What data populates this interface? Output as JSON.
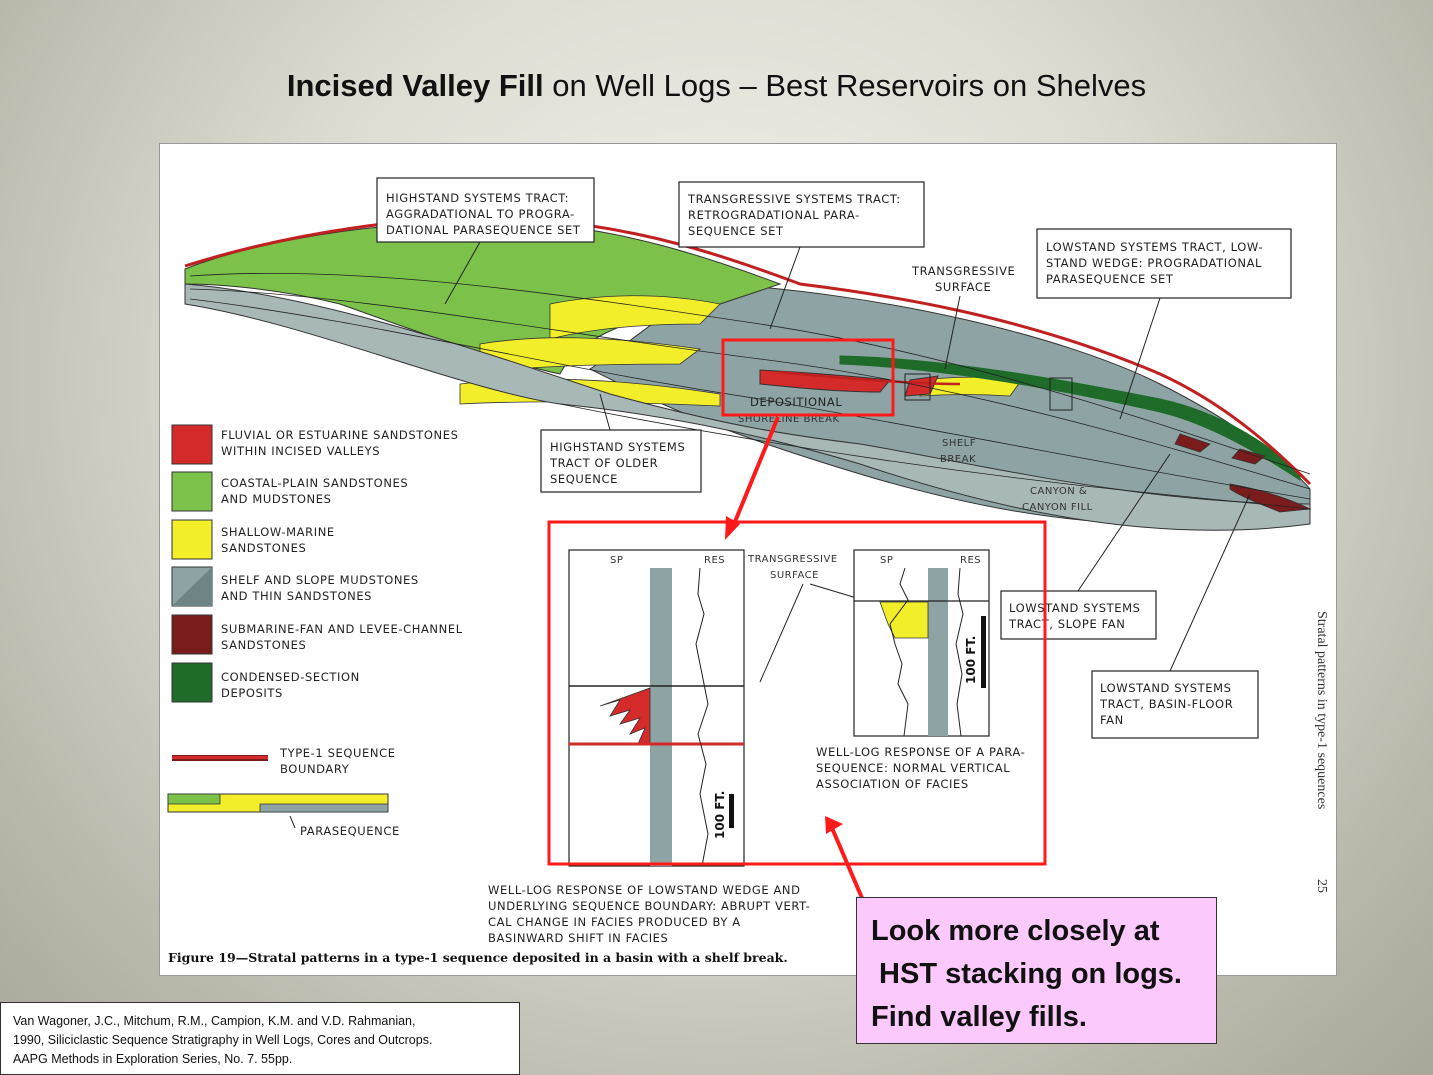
{
  "title": {
    "bold": "Incised Valley Fill",
    "rest": " on Well Logs – Best Reservoirs on Shelves"
  },
  "diagram": {
    "labels": {
      "hst": [
        "HIGHSTAND SYSTEMS TRACT:",
        "AGGRADATIONAL TO PROGRA-",
        "DATIONAL PARASEQUENCE SET"
      ],
      "tst": [
        "TRANSGRESSIVE SYSTEMS TRACT:",
        "RETROGRADATIONAL PARA-",
        "SEQUENCE SET"
      ],
      "lst_wedge": [
        "LOWSTAND SYSTEMS TRACT, LOW-",
        "STAND WEDGE: PROGRADATIONAL",
        "PARASEQUENCE SET"
      ],
      "ts_top": [
        "TRANSGRESSIVE",
        "SURFACE"
      ],
      "depositional_break": [
        "DEPOSITIONAL",
        "SHORELINE BREAK"
      ],
      "hst_older": [
        "HIGHSTAND SYSTEMS",
        "TRACT OF OLDER",
        "SEQUENCE"
      ],
      "shelf_break": [
        "SHELF",
        "BREAK"
      ],
      "canyon": [
        "CANYON &",
        "CANYON FILL"
      ],
      "slope_fan": [
        "LOWSTAND SYSTEMS",
        "TRACT, SLOPE FAN"
      ],
      "basin_floor_fan": [
        "LOWSTAND SYSTEMS",
        "TRACT, BASIN-FLOOR",
        "FAN"
      ]
    },
    "legend": [
      {
        "label": [
          "FLUVIAL OR ESTUARINE SANDSTONES",
          "WITHIN INCISED VALLEYS"
        ],
        "color": "#d42a2a"
      },
      {
        "label": [
          "COASTAL-PLAIN SANDSTONES",
          "AND MUDSTONES"
        ],
        "color": "#7cc24a"
      },
      {
        "label": [
          "SHALLOW-MARINE",
          "SANDSTONES"
        ],
        "color": "#f2ee2a"
      },
      {
        "label": [
          "SHELF AND SLOPE MUDSTONES",
          "AND THIN SANDSTONES"
        ],
        "color": "#8ea4a4"
      },
      {
        "label": [
          "SUBMARINE-FAN AND LEVEE-CHANNEL",
          "SANDSTONES"
        ],
        "color": "#7a1c1c"
      },
      {
        "label": [
          "CONDENSED-SECTION",
          "DEPOSITS"
        ],
        "color": "#1f6b2a"
      }
    ],
    "boundary_label": [
      "TYPE-1 SEQUENCE",
      "BOUNDARY"
    ],
    "parasequence_label": "PARASEQUENCE",
    "log_left": {
      "sp": "SP",
      "res": "RES",
      "scale": "100 FT.",
      "ts": [
        "TRANSGRESSIVE",
        "SURFACE"
      ],
      "caption": [
        "WELL-LOG RESPONSE OF LOWSTAND WEDGE AND",
        "UNDERLYING SEQUENCE BOUNDARY:  ABRUPT VERT-",
        "CAL CHANGE IN FACIES PRODUCED BY A",
        "BASINWARD SHIFT IN FACIES"
      ]
    },
    "log_right": {
      "sp": "SP",
      "res": "RES",
      "scale": "100 FT.",
      "caption": [
        "WELL-LOG RESPONSE OF A PARA-",
        "SEQUENCE:  NORMAL VERTICAL",
        "ASSOCIATION OF FACIES"
      ]
    },
    "figure_caption": "Figure 19—Stratal patterns in a type-1 sequence deposited in a basin with a shelf break.",
    "side_text": "Stratal patterns in type-1 sequences",
    "page_number": "25"
  },
  "callout": {
    "lines": [
      "Look more closely at",
      " HST stacking on logs.",
      "Find valley fills."
    ]
  },
  "citation": {
    "lines": [
      "Van Wagoner, J.C., Mitchum, R.M., Campion, K.M. and V.D. Rahmanian,",
      "1990, Siliciclastic Sequence Stratigraphy in Well Logs, Cores and Outcrops.",
      "AAPG Methods in Exploration Series, No. 7.  55pp."
    ]
  },
  "colors": {
    "red": "#d42a2a",
    "green": "#7cc24a",
    "yellow": "#f2ee2a",
    "gray": "#8ea4a4",
    "dark_red": "#7a1c1c",
    "dark_green": "#1f6b2a",
    "highlight": "#ff1a1a",
    "callout_bg": "#fbc9fb"
  }
}
